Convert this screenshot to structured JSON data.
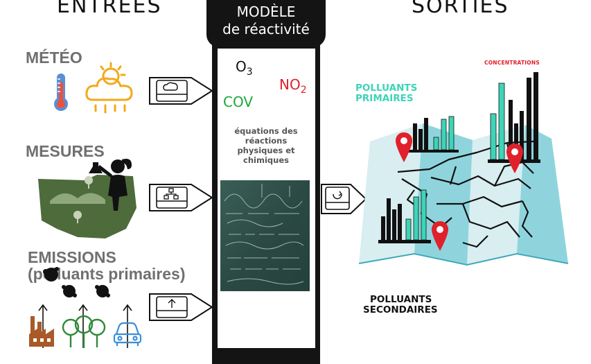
{
  "inputs": {
    "heading": "ENTRÉES",
    "items": [
      {
        "label": "MÉTÉO"
      },
      {
        "label": "MESURES"
      },
      {
        "label_line1": "EMISSIONS",
        "label_line2": "(polluants primaires)"
      }
    ]
  },
  "model": {
    "title_line1": "MODÈLE",
    "title_line2": "de réactivité",
    "species": {
      "o3": {
        "base": "O",
        "sub": "3"
      },
      "no2": {
        "base": "NO",
        "sub": "2"
      },
      "cov": "COV"
    },
    "equations_text": "équations des réactions physiques et chimiques"
  },
  "outputs": {
    "heading": "SORTIES",
    "concentrations": "CONCENTRATIONS",
    "primary_line1": "POLLUANTS",
    "primary_line2": "PRIMAIRES",
    "secondary_line1": "POLLUANTS",
    "secondary_line2": "SECONDAIRES"
  },
  "colors": {
    "accent_teal": "#3ed4b7",
    "accent_red": "#e0202a",
    "cov_green": "#1aa83a",
    "map_light": "#d8eef0",
    "map_mid": "#8fd4dd"
  },
  "icons": [
    "thermometer-icon",
    "cloud-rain-icon",
    "girl-with-flask-icon",
    "map-icon",
    "factory-icon",
    "tree-icon",
    "car-icon",
    "map-pin-icon",
    "cloud-drive-icon",
    "network-drive-icon",
    "sync-drive-icon",
    "upload-drive-icon"
  ]
}
